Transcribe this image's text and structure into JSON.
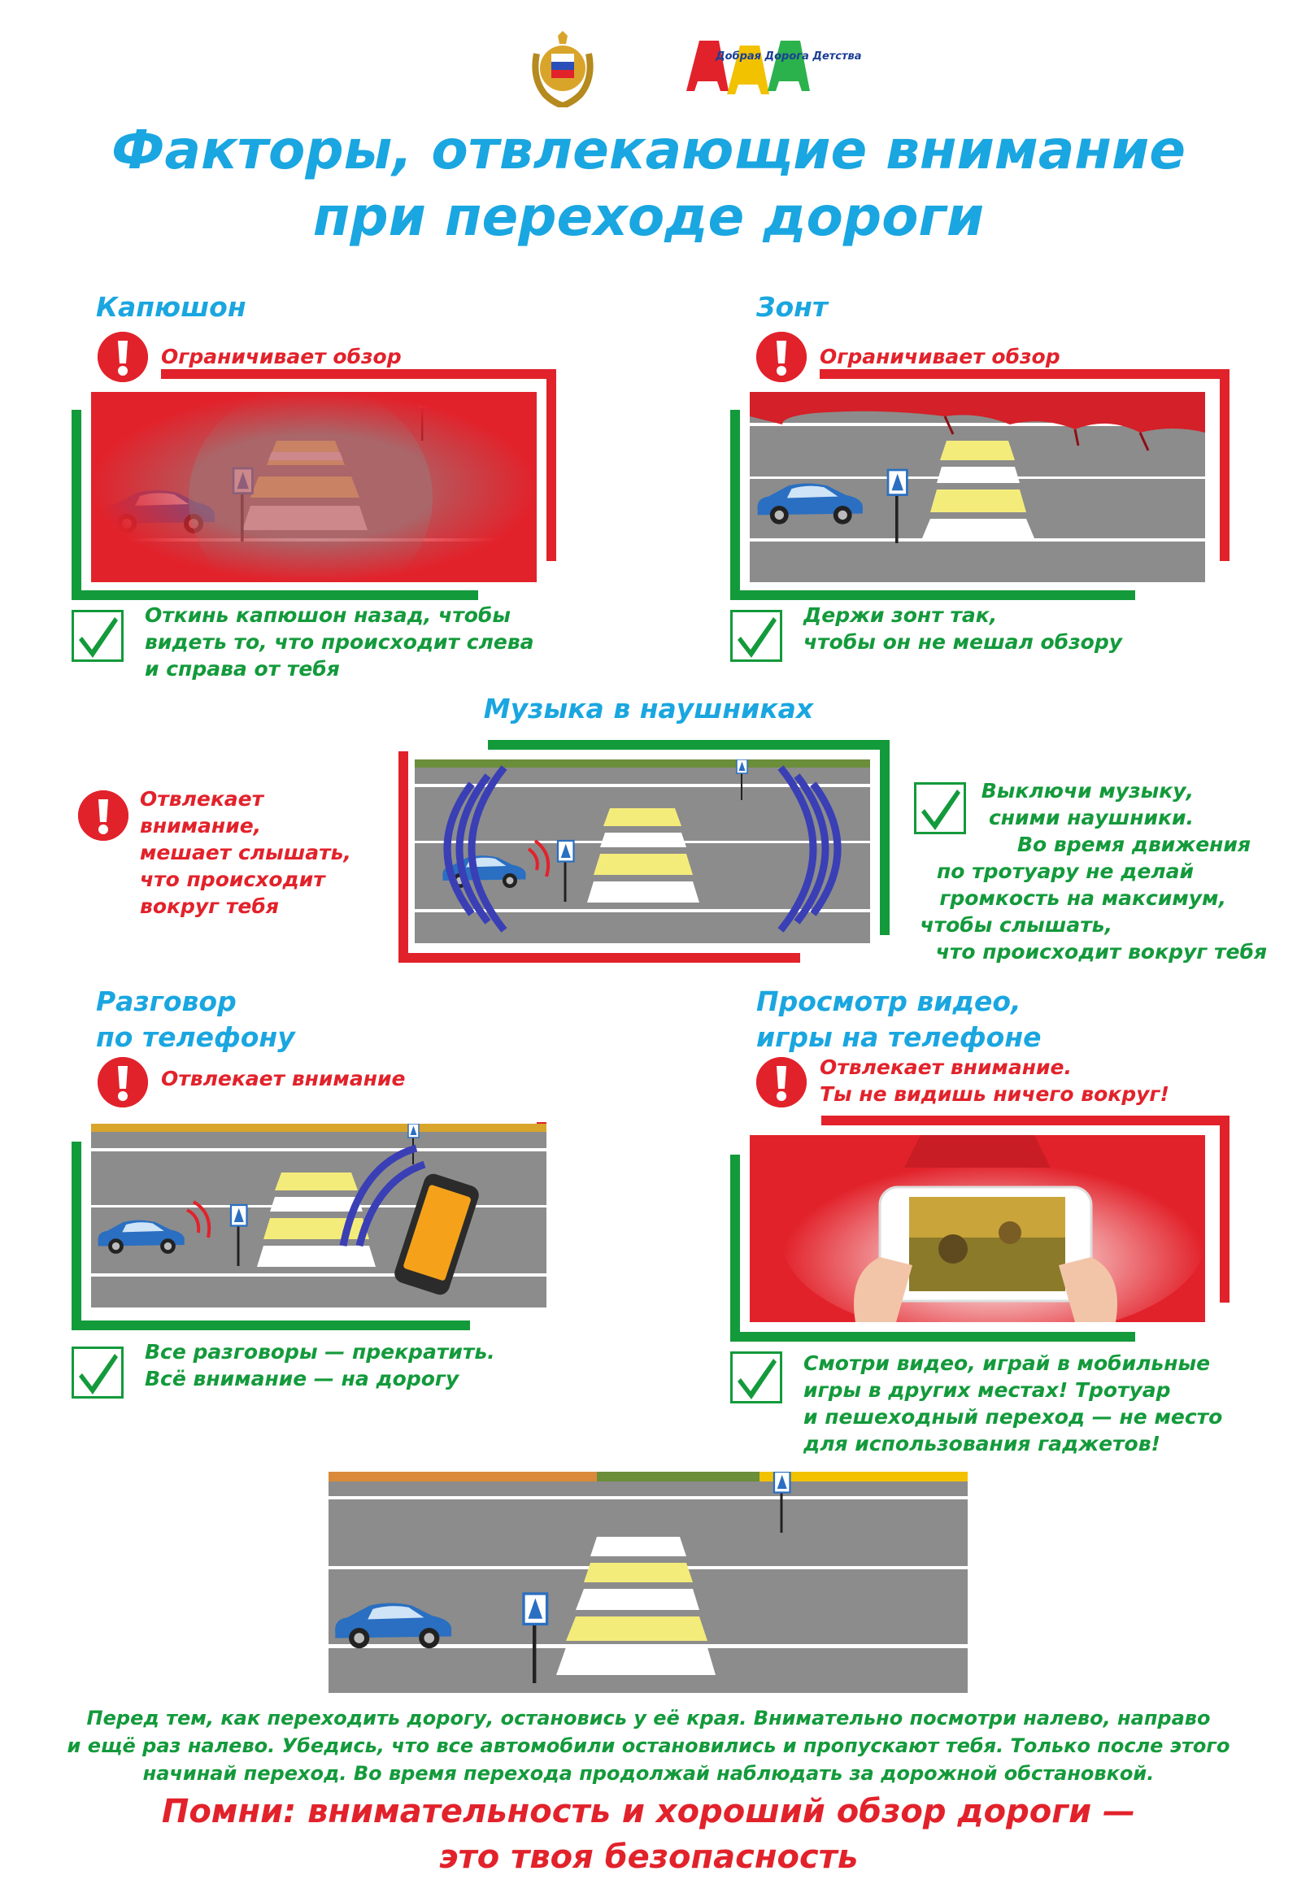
{
  "header": {
    "logo_left": "gibdd-emblem",
    "logo_right": "Добрая Дорога Детства",
    "title_line1": "Факторы, отвлекающие внимание",
    "title_line2": "при переходе дороги"
  },
  "sections": {
    "hood": {
      "title": "Капюшон",
      "warning": "Ограничивает обзор",
      "tip": [
        "Откинь капюшон назад, чтобы",
        "видеть то, что происходит слева",
        "и справа от тебя"
      ]
    },
    "umbrella": {
      "title": "Зонт",
      "warning": "Ограничивает обзор",
      "tip": [
        "Держи зонт так,",
        "чтобы он не мешал обзору"
      ]
    },
    "music": {
      "title": "Музыка в наушниках",
      "warning": [
        "Отвлекает",
        "внимание,",
        "мешает слышать,",
        "что происходит",
        "вокруг тебя"
      ],
      "tip": [
        "Выключи музыку,",
        "сними наушники.",
        "Во время движения",
        "по тротуару не делай",
        "громкость на максимум,",
        "чтобы слышать,",
        "что происходит вокруг тебя"
      ]
    },
    "phone_call": {
      "title": [
        "Разговор",
        "по телефону"
      ],
      "warning": "Отвлекает внимание",
      "tip": [
        "Все разговоры — прекратить.",
        "Всё внимание — на дорогу"
      ]
    },
    "video": {
      "title": [
        "Просмотр видео,",
        "игры на телефоне"
      ],
      "warning": [
        "Отвлекает внимание.",
        "Ты не видишь ничего вокруг!"
      ],
      "tip": [
        "Смотри видео, играй в мобильные",
        "игры в других местах! Тротуар",
        "и пешеходный переход — не место",
        "для использования гаджетов!"
      ]
    }
  },
  "footer": {
    "advice": [
      "Перед тем, как переходить дорогу, остановись у её края. Внимательно посмотри налево, направо",
      "и ещё раз налево. Убедись, что все автомобили остановились и пропускают тебя. Только после этого",
      "начинай переход. Во время перехода продолжай наблюдать за дорожной обстановкой."
    ],
    "remember": [
      "Помни: внимательность и хороший обзор дороги —",
      "это твоя безопасность"
    ]
  },
  "colors": {
    "title_blue": "#1aa6e0",
    "warning_red": "#e2222b",
    "ok_green": "#139a3b",
    "road_gray": "#8c8c8c",
    "crossing_yellow": "#f4ec7a"
  }
}
